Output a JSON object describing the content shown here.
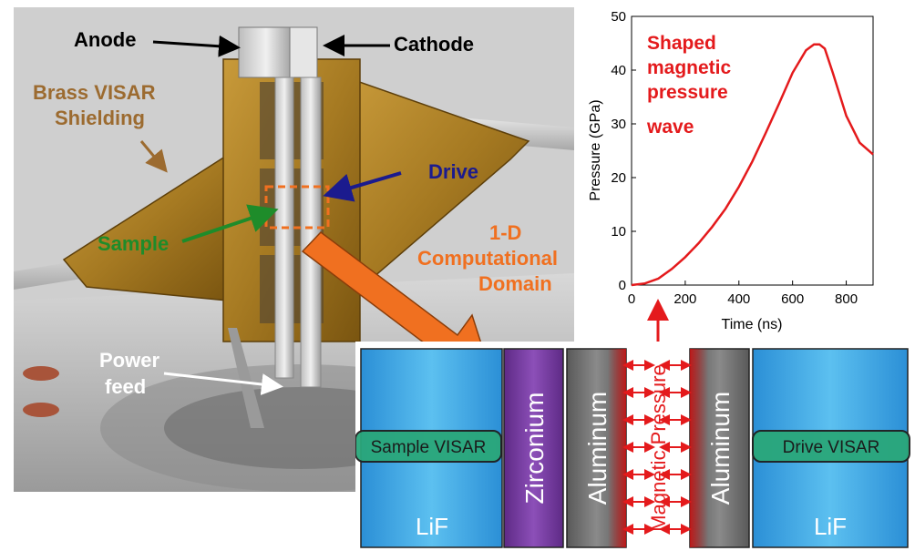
{
  "labels": {
    "anode": "Anode",
    "cathode": "Cathode",
    "brass_line1": "Brass VISAR",
    "brass_line2": "Shielding",
    "drive": "Drive",
    "sample": "Sample",
    "domain_line1": "1-D",
    "domain_line2": "Computational",
    "domain_line3": "Domain",
    "power_line1": "Power",
    "power_line2": "feed"
  },
  "stack": {
    "lif_left": "LiF",
    "sample_visar": "Sample VISAR",
    "zirconium": "Zirconium",
    "aluminum_left": "Aluminum",
    "magnetic_pressure": "Magnetic Pressure",
    "aluminum_right": "Aluminum",
    "drive_visar": "Drive VISAR",
    "lif_right": "LiF"
  },
  "colors": {
    "anode_cathode": "#000000",
    "brass": "#9c6b30",
    "drive": "#1b1b8e",
    "sample": "#1e8c2a",
    "domain": "#f07020",
    "power": "#ffffff",
    "curve": "#e41a1c",
    "lif": "#3aa6e6",
    "zirconium": "#7a3ea3",
    "aluminum": "#6f6f6f"
  },
  "chart_data": {
    "type": "line",
    "title": "",
    "annotation": [
      "Shaped",
      "magnetic",
      "pressure",
      "wave"
    ],
    "xlabel": "Time (ns)",
    "ylabel": "Pressure (GPa)",
    "xlim": [
      0,
      900
    ],
    "ylim": [
      0,
      50
    ],
    "xticks": [
      0,
      200,
      400,
      600,
      800
    ],
    "yticks": [
      0,
      10,
      20,
      30,
      40,
      50
    ],
    "series": [
      {
        "x": [
          0,
          50,
          100,
          150,
          200,
          250,
          300,
          350,
          400,
          450,
          500,
          550,
          600,
          650,
          680,
          700,
          720,
          750,
          800,
          850,
          900
        ],
        "y": [
          0,
          0.3,
          1.2,
          3,
          5.2,
          7.8,
          10.8,
          14.2,
          18.3,
          23,
          28.3,
          33.8,
          39.5,
          43.7,
          44.8,
          44.8,
          44,
          39.5,
          31.5,
          26.5,
          24.3
        ]
      }
    ]
  }
}
